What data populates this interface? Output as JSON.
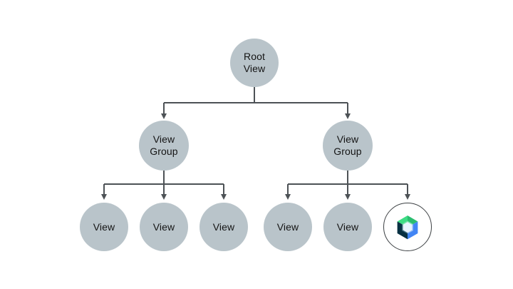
{
  "diagram": {
    "description": "View hierarchy tree",
    "root": {
      "label": "Root View"
    },
    "view_groups": [
      {
        "label": "View Group"
      },
      {
        "label": "View Group"
      }
    ],
    "left_views": [
      {
        "label": "View"
      },
      {
        "label": "View"
      },
      {
        "label": "View"
      }
    ],
    "right_views": [
      {
        "label": "View"
      },
      {
        "label": "View"
      }
    ],
    "compose_node": {
      "icon": "jetpack-compose-icon"
    }
  },
  "colors": {
    "node_fill": "#b9c4ca",
    "connector": "#4d5256",
    "text": "#141414",
    "compose_green_light": "#3ddc84",
    "compose_green_dark": "#2abd6f",
    "compose_blue": "#4285f4",
    "compose_navy": "#073042",
    "compose_inner": "#e8f3fd",
    "canvas_bg": "#ffffff"
  }
}
